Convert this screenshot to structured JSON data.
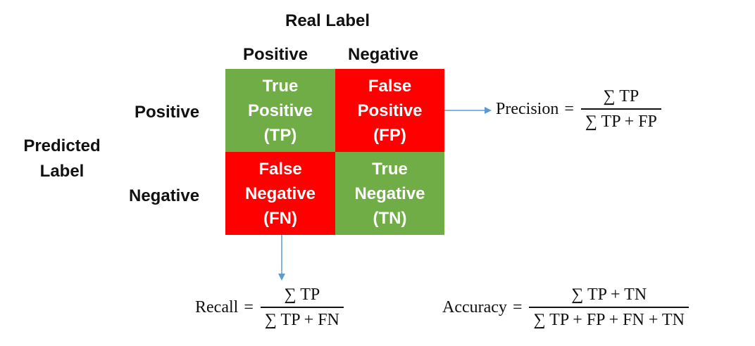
{
  "header": {
    "real_label": "Real Label",
    "predicted_label_line1": "Predicted",
    "predicted_label_line2": "Label"
  },
  "columns": {
    "positive": "Positive",
    "negative": "Negative"
  },
  "rows": {
    "positive": "Positive",
    "negative": "Negative"
  },
  "cells": {
    "tp": {
      "line1": "True",
      "line2": "Positive",
      "line3": "(TP)",
      "color": "#70AD47"
    },
    "fp": {
      "line1": "False",
      "line2": "Positive",
      "line3": "(FP)",
      "color": "#FF0000"
    },
    "fn": {
      "line1": "False",
      "line2": "Negative",
      "line3": "(FN)",
      "color": "#FF0000"
    },
    "tn": {
      "line1": "True",
      "line2": "Negative",
      "line3": "(TN)",
      "color": "#70AD47"
    }
  },
  "formulas": {
    "precision": {
      "name": "Precision",
      "equals": "=",
      "numerator": "∑ TP",
      "denominator": "∑ TP + FP"
    },
    "recall": {
      "name": "Recall",
      "equals": "=",
      "numerator": "∑ TP",
      "denominator": "∑ TP + FN"
    },
    "accuracy": {
      "name": "Accuracy",
      "equals": "=",
      "numerator": "∑ TP + TN",
      "denominator": "∑ TP + FP + FN + TN"
    }
  },
  "colors": {
    "arrow": "#5B9BD5",
    "positive_cell": "#70AD47",
    "negative_cell": "#FF0000"
  }
}
